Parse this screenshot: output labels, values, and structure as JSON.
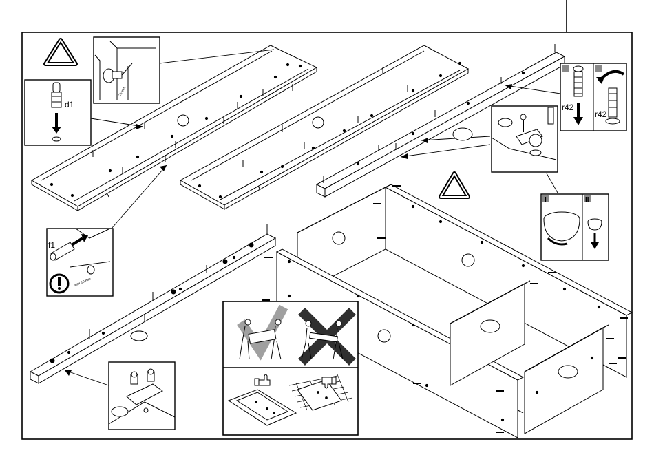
{
  "labels": {
    "dowel_d1": "d1",
    "pin_f1": "f1",
    "cam_r42_left": "r42",
    "cam_r42_right": "r42",
    "step_one": "I",
    "step_two": "II",
    "detail_size_a": "25 mm",
    "detail_size_b": "max 10 mm"
  },
  "icons": [
    "warning-triangle-icon",
    "attention-exclamation-icon",
    "thumbs-up-icon",
    "thumbs-down-icon",
    "two-person-carry-correct-icon",
    "two-person-carry-wrong-icon"
  ],
  "colors": {
    "line": "#000000",
    "panel_fill": "#ffffff",
    "gray_check": "#a0a0a0",
    "dark_cross": "#303030"
  }
}
